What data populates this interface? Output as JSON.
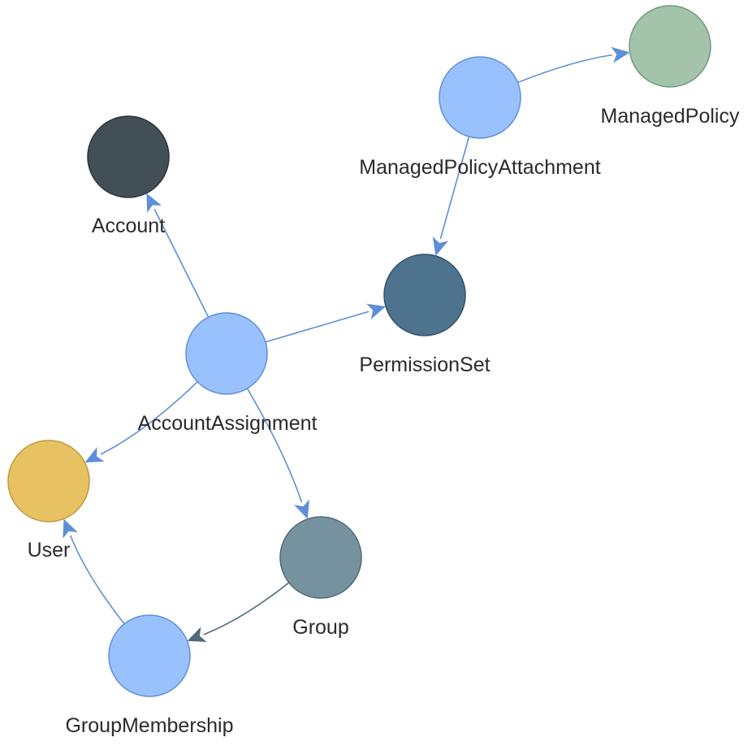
{
  "nodes": [
    {
      "id": "managed-policy",
      "label": "ManagedPolicy",
      "color": "#a3c3ab",
      "stroke": "#6f9a7b"
    },
    {
      "id": "managed-policy-attachment",
      "label": "ManagedPolicyAttachment",
      "color": "#99c1fd",
      "stroke": "#5e8fd8"
    },
    {
      "id": "account",
      "label": "Account",
      "color": "#424f56",
      "stroke": "#2c353a"
    },
    {
      "id": "permission-set",
      "label": "PermissionSet",
      "color": "#4e738f",
      "stroke": "#33536b"
    },
    {
      "id": "account-assignment",
      "label": "AccountAssignment",
      "color": "#99c1fd",
      "stroke": "#5e8fd8"
    },
    {
      "id": "user",
      "label": "User",
      "color": "#e8c163",
      "stroke": "#c19a3a"
    },
    {
      "id": "group",
      "label": "Group",
      "color": "#76929f",
      "stroke": "#4f6b78"
    },
    {
      "id": "group-membership",
      "label": "GroupMembership",
      "color": "#99c1fd",
      "stroke": "#5e8fd8"
    }
  ],
  "edges": [
    {
      "from": "managed-policy-attachment",
      "to": "managed-policy",
      "color": "#5e8fd8"
    },
    {
      "from": "managed-policy-attachment",
      "to": "permission-set",
      "color": "#5e8fd8"
    },
    {
      "from": "account-assignment",
      "to": "account",
      "color": "#5e8fd8"
    },
    {
      "from": "account-assignment",
      "to": "permission-set",
      "color": "#5e8fd8"
    },
    {
      "from": "account-assignment",
      "to": "user",
      "color": "#5e8fd8"
    },
    {
      "from": "account-assignment",
      "to": "group",
      "color": "#5e8fd8"
    },
    {
      "from": "group",
      "to": "group-membership",
      "color": "#4f6b78"
    },
    {
      "from": "group-membership",
      "to": "user",
      "color": "#5e8fd8"
    }
  ]
}
